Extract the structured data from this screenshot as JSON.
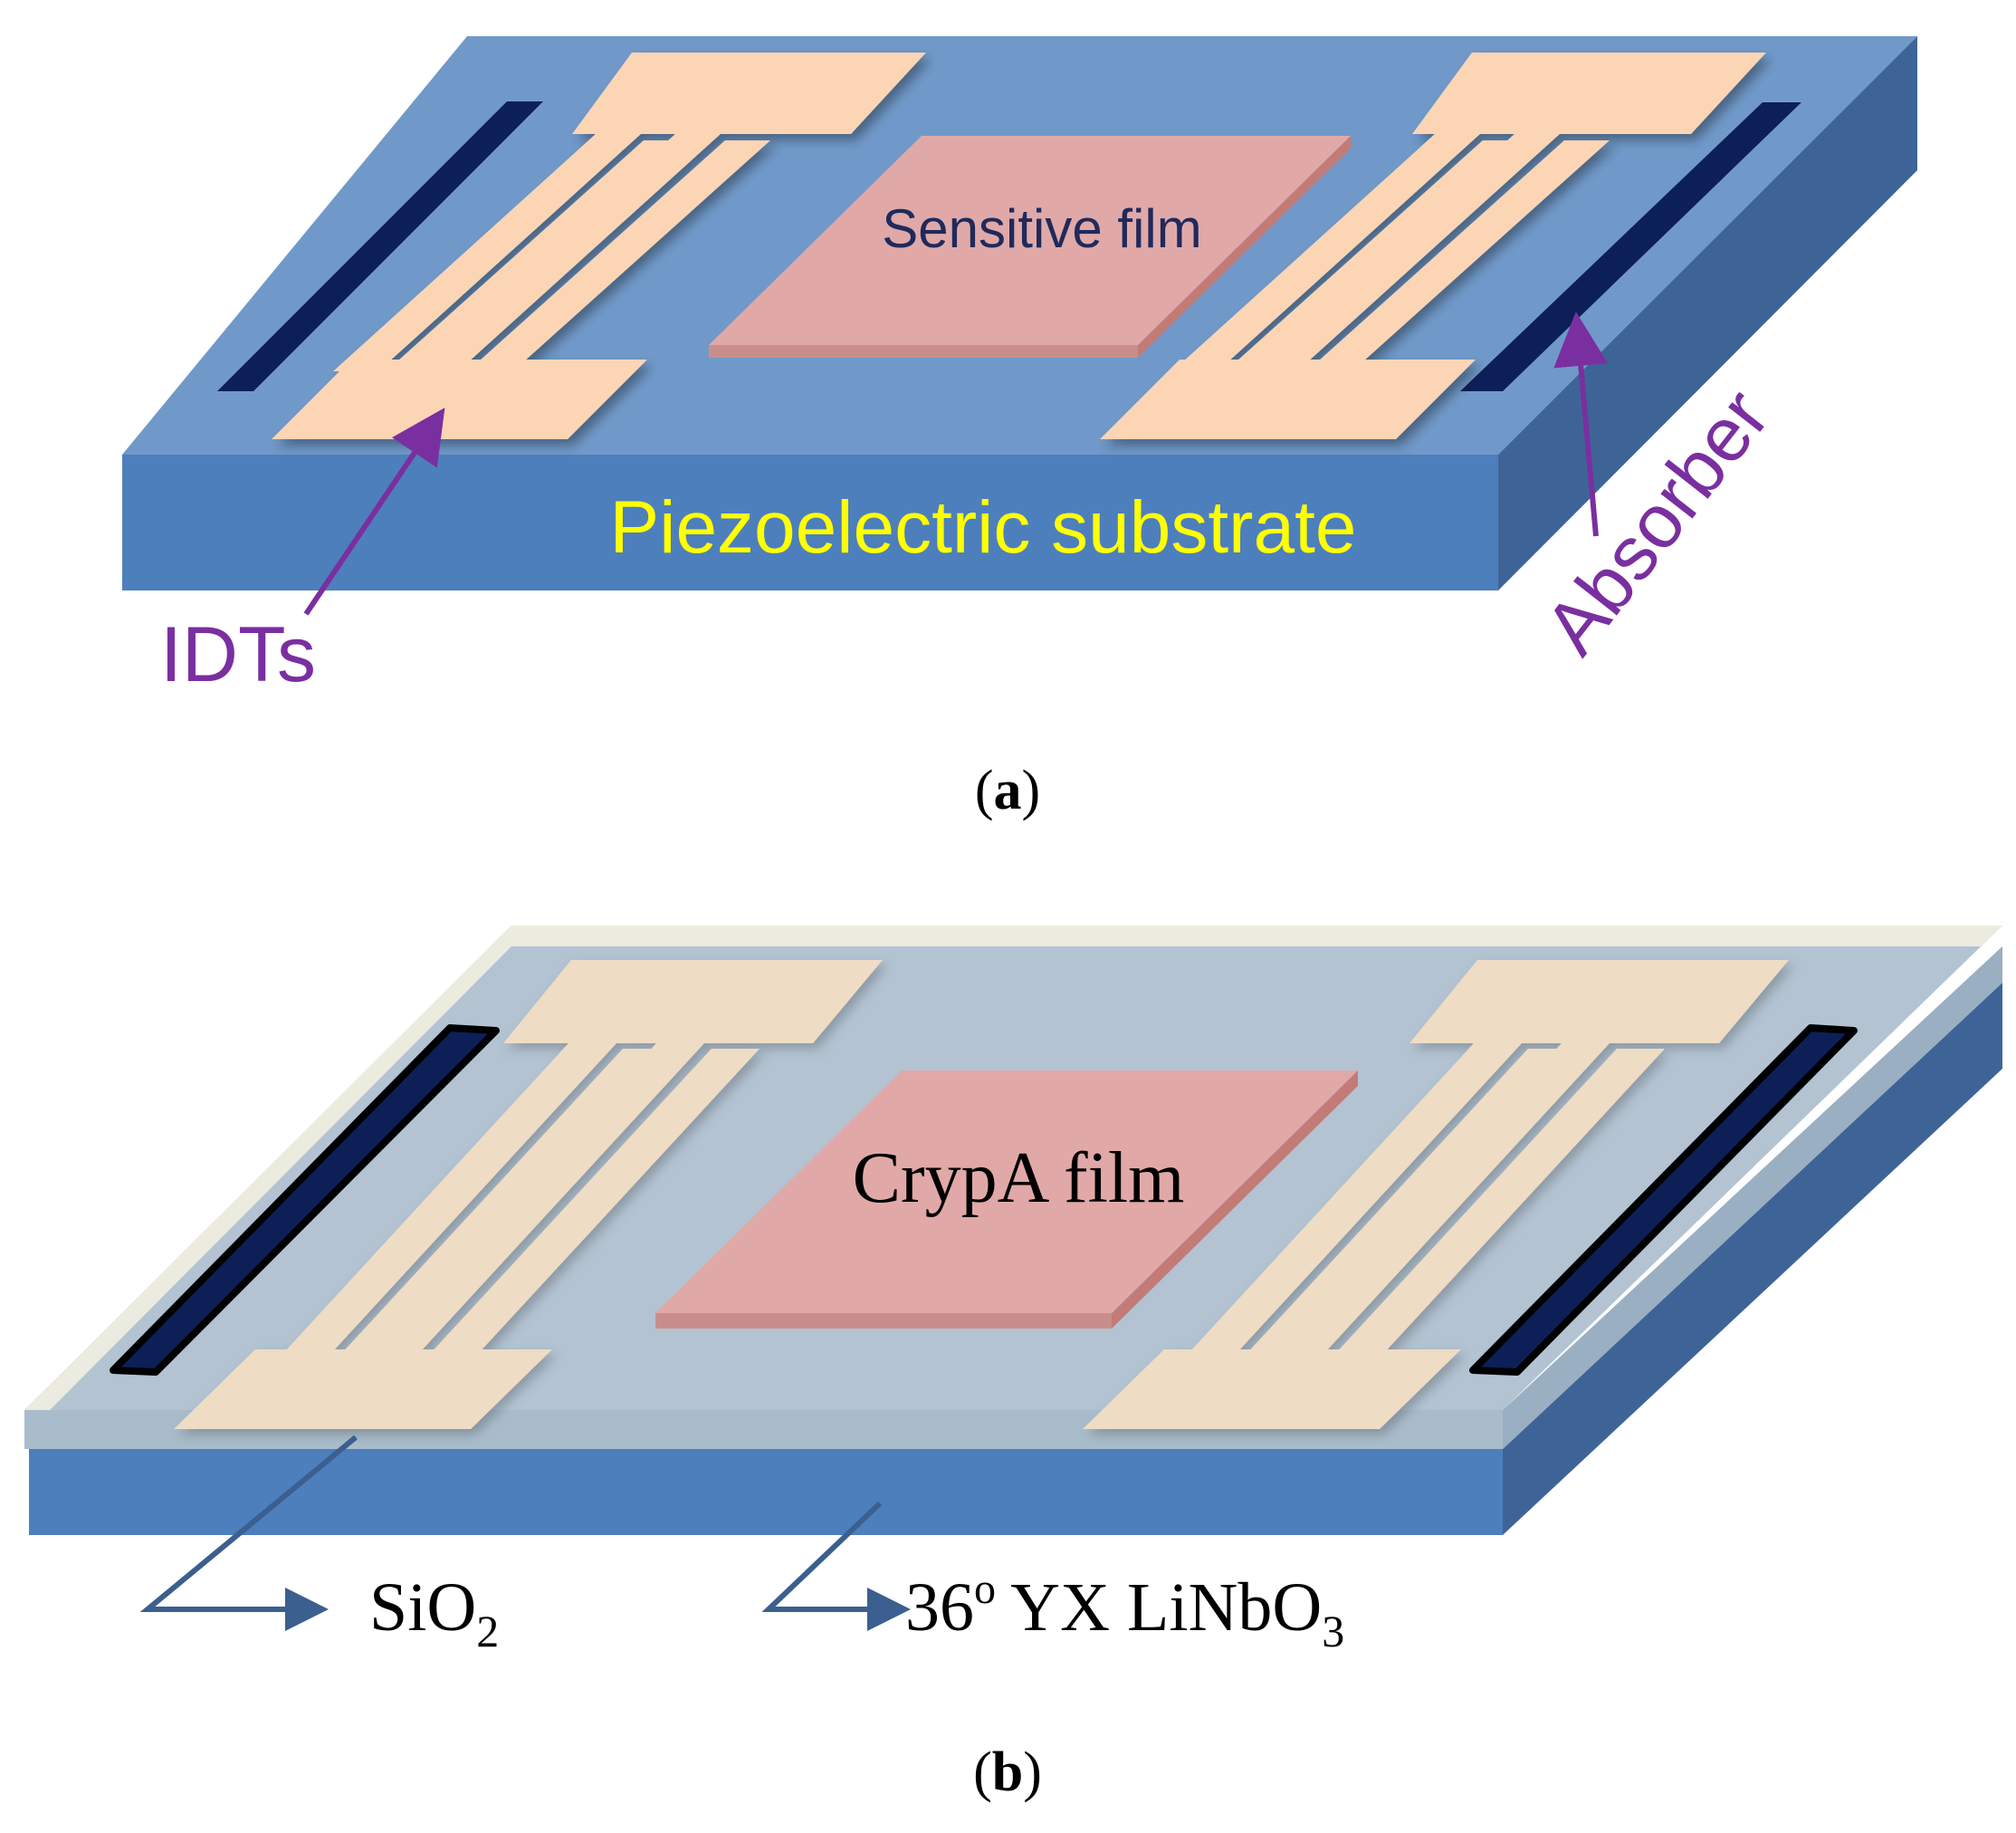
{
  "panel_a": {
    "caption_open": "(",
    "caption_letter": "a",
    "caption_close": ")",
    "sensitive_film": "Sensitive film",
    "substrate": "Piezoelectric substrate",
    "idts": "IDTs",
    "absorber": "Absorber"
  },
  "panel_b": {
    "caption_open": "(",
    "caption_letter": "b",
    "caption_close": ")",
    "film": "CrypA film",
    "sio2_base": "SiO",
    "sio2_sub": "2",
    "linbo3_num": "36",
    "linbo3_sup": "o",
    "linbo3_mid": " YX LiNbO",
    "linbo3_sub": "3"
  },
  "colors": {
    "substrate_top_a": "#7099c9",
    "substrate_front": "#4d7fbd",
    "substrate_side": "#3e6497",
    "idt": "#fcd5b5",
    "idt_b": "#efdcc4",
    "film_top": "#e0a9a8",
    "film_edge": "#c37b77",
    "absorber": "#0d1f57",
    "label_yellow": "#ffff00",
    "label_purple": "#7a2fa0",
    "label_navy": "#1f2a5c",
    "sio2_top": "#b3c3d2",
    "sio2_edge": "#ecebdf",
    "leader": "#3b5f8e"
  }
}
